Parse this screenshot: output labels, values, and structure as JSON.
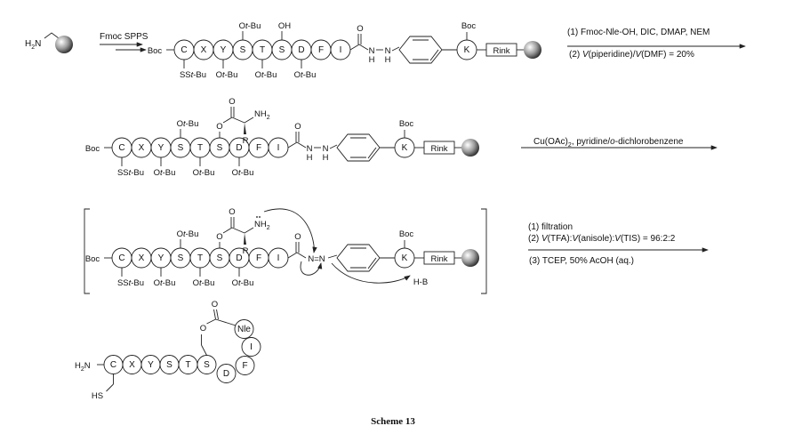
{
  "caption": "Scheme 13",
  "start_material": {
    "amine_label": "H2N",
    "arrow_label": "Fmoc SPPS"
  },
  "peptide_1": {
    "n_cap": "Boc",
    "residues": [
      "C",
      "X",
      "Y",
      "S",
      "T",
      "S",
      "D",
      "F",
      "I"
    ],
    "protecting_groups": {
      "C": "SSt-Bu",
      "Y": "Ot-Bu",
      "S1": "Ot-Bu",
      "T": "Ot-Bu",
      "S2": "OH",
      "D": "Ot-Bu"
    },
    "carbonyl": "O",
    "hydrazide": [
      "N",
      "H",
      "N",
      "H"
    ],
    "lysine": "K",
    "lysine_pg": "Boc",
    "linker": "Rink"
  },
  "step_1": {
    "line1": "(1) Fmoc-Nle-OH, DIC, DMAP, NEM",
    "line2": "(2) V(piperidine)/V(DMF) = 20%"
  },
  "peptide_2": {
    "ester_o": "O",
    "carbonyl_o": "O",
    "amine": "NH2",
    "side_chain": "R"
  },
  "step_2": {
    "line1": "Cu(OAc)2, pyridine/o-dichlorobenzene"
  },
  "intermediate": {
    "diazene": "N=N",
    "base": "H-B"
  },
  "step_3": {
    "line1": "(1) filtration",
    "line2": "(2) V(TFA):V(anisole):V(TIS) = 96:2:2",
    "line3": "(3) TCEP, 50% AcOH (aq.)"
  },
  "product": {
    "n_term": "H2N",
    "thiol": "HS",
    "linear_residues": [
      "C",
      "X",
      "Y",
      "S",
      "T",
      "S"
    ],
    "macrocycle_residues": [
      "D",
      "F",
      "I",
      "Nle"
    ],
    "ester_o": "O",
    "carbonyl_o": "O"
  }
}
